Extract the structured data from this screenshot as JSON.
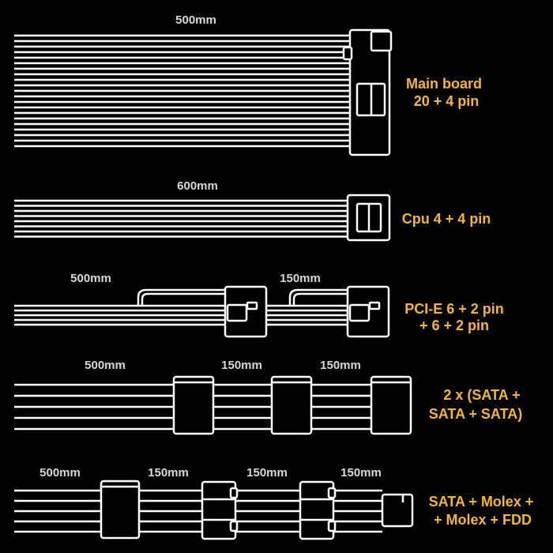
{
  "colors": {
    "background": "#000000",
    "cable": "#ffffff",
    "label": "#f5b731",
    "length_text": "#d9d9d9"
  },
  "cables": [
    {
      "id": "main-board",
      "lengths": [
        "500mm"
      ],
      "label_lines": [
        "Main board",
        "20 + 4 pin"
      ]
    },
    {
      "id": "cpu",
      "lengths": [
        "600mm"
      ],
      "label_lines": [
        "Cpu 4 + 4 pin"
      ]
    },
    {
      "id": "pcie",
      "lengths": [
        "500mm",
        "150mm"
      ],
      "label_lines": [
        "PCI-E 6 + 2 pin",
        "+ 6 + 2 pin"
      ]
    },
    {
      "id": "sata",
      "lengths": [
        "500mm",
        "150mm",
        "150mm"
      ],
      "label_lines": [
        "2 x (SATA +",
        "SATA + SATA)"
      ]
    },
    {
      "id": "peripheral",
      "lengths": [
        "500mm",
        "150mm",
        "150mm",
        "150mm"
      ],
      "label_lines": [
        "SATA + Molex +",
        "+ Molex + FDD"
      ]
    }
  ]
}
